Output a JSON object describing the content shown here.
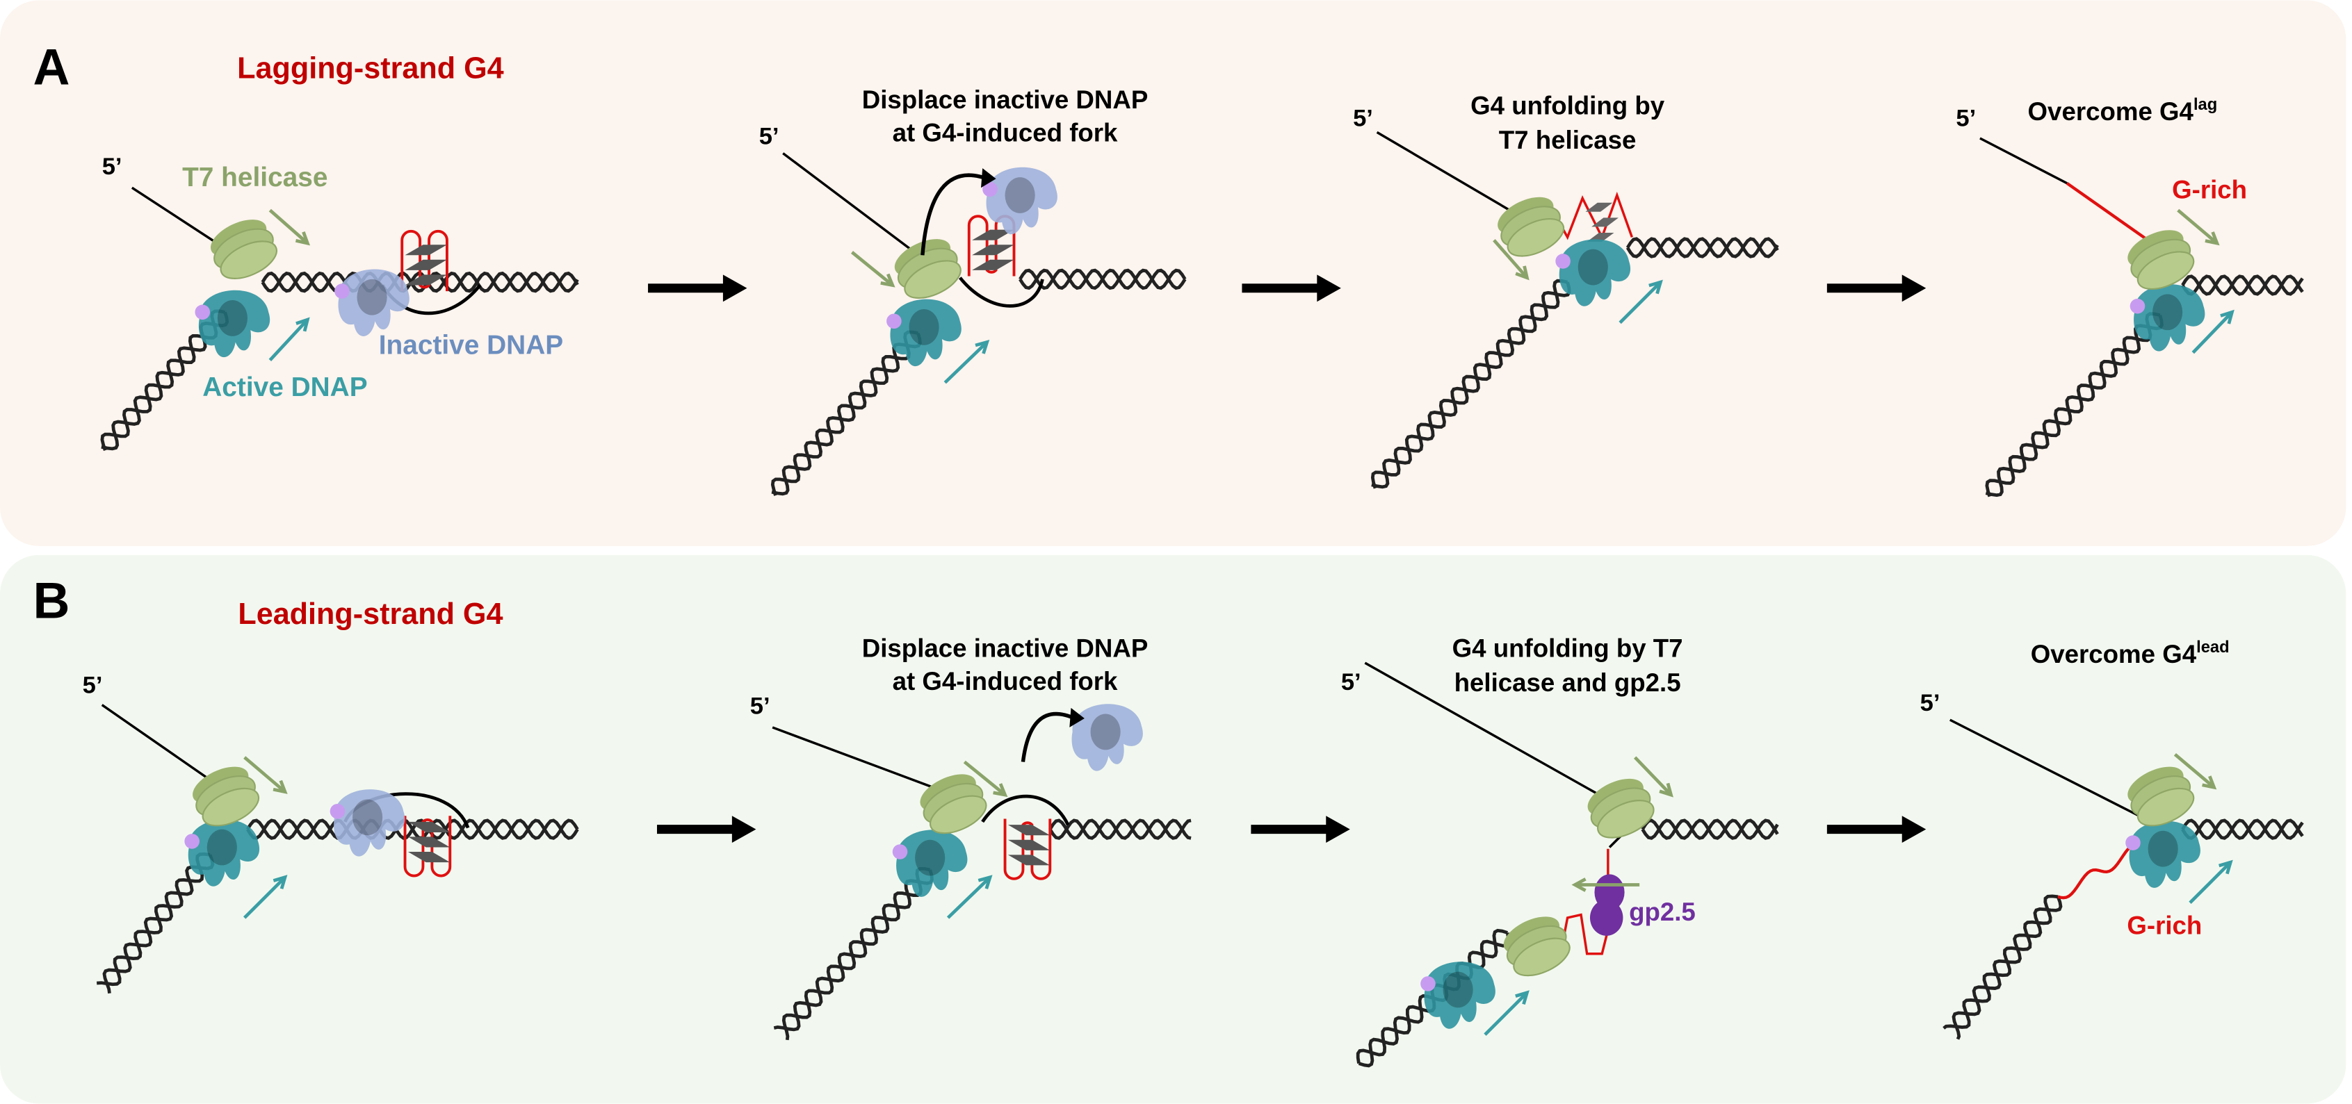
{
  "panels": {
    "A": {
      "letter": "A",
      "heading": "Lagging-strand G4",
      "labels": {
        "helicase": "T7 helicase",
        "active_dnap": "Active DNAP",
        "inactive_dnap": "Inactive DNAP"
      },
      "steps": [
        {
          "five_prime": "5’"
        },
        {
          "five_prime": "5’",
          "title_line1": "Displace inactive DNAP",
          "title_line2": "at G4-induced fork"
        },
        {
          "five_prime": "5’",
          "title_line1": "G4 unfolding by",
          "title_line2": "T7 helicase"
        },
        {
          "five_prime": "5’",
          "title": "Overcome G4",
          "title_sup": "lag",
          "grich": "G-rich"
        }
      ]
    },
    "B": {
      "letter": "B",
      "heading": "Leading-strand G4",
      "steps": [
        {
          "five_prime": "5’"
        },
        {
          "five_prime": "5’",
          "title_line1": "Displace inactive DNAP",
          "title_line2": "at G4-induced fork"
        },
        {
          "five_prime": "5’",
          "title_line1": "G4 unfolding by T7",
          "title_line2": "helicase and gp2.5",
          "gp25": "gp2.5"
        },
        {
          "five_prime": "5’",
          "title": "Overcome G4",
          "title_sup": "lead",
          "grich": "G-rich"
        }
      ]
    }
  },
  "colors": {
    "panel_a_bg": "#fcf4ee",
    "panel_b_bg": "#f2f8ef",
    "heading_red": "#c00000",
    "helicase_green": "#a9c07f",
    "helicase_label": "#8aa36a",
    "active_dnap_teal": "#2f93a0",
    "active_label": "#3a9ea5",
    "inactive_dnap_blue": "#9fb1dc",
    "inactive_label": "#6c8ebf",
    "g4_red": "#e01010",
    "gp25_purple": "#7030a0",
    "primer_pink": "#c79cf0"
  }
}
